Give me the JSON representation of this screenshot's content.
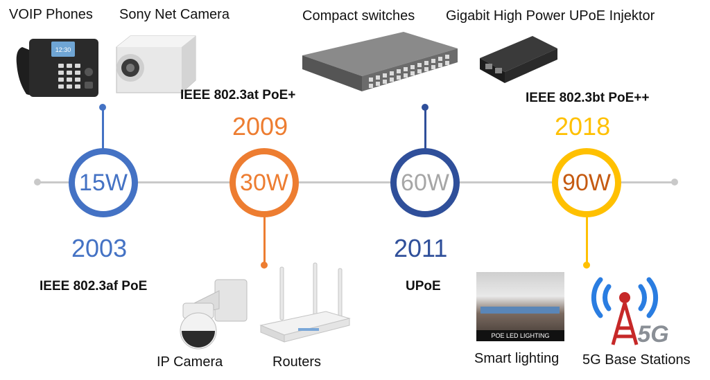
{
  "colors": {
    "blue": "#4472c4",
    "orange": "#ed7d31",
    "navy": "#2f4f9a",
    "gray": "#a6a6a6",
    "gold": "#ffc000",
    "brown": "#c55a11",
    "line": "#c9c9c9"
  },
  "milestones": [
    {
      "watts": "15W",
      "year": "2003",
      "standard": "IEEE 802.3af PoE"
    },
    {
      "watts": "30W",
      "year": "2009",
      "standard": "IEEE 802.3at PoE+"
    },
    {
      "watts": "60W",
      "year": "2011",
      "standard": "UPoE"
    },
    {
      "watts": "90W",
      "year": "2018",
      "standard": "IEEE 802.3bt PoE++"
    }
  ],
  "devices": {
    "voip": "VOIP Phones",
    "camera": "Sony Net Camera",
    "switches": "Compact switches",
    "injector": "Gigabit High Power UPoE Injektor",
    "ip_camera": "IP Camera",
    "routers": "Routers",
    "lighting": "Smart lighting",
    "base_stations": "5G Base Stations"
  },
  "image_text": {
    "phone_clock": "12:30",
    "lighting_caption": "POE LED LIGHTING",
    "fiveg": "5G"
  },
  "icons": [
    "voip-phone-icon",
    "net-camera-icon",
    "switch-icon",
    "poe-injector-icon",
    "ptz-camera-icon",
    "router-icon",
    "led-lighting-photo",
    "5g-tower-icon"
  ]
}
